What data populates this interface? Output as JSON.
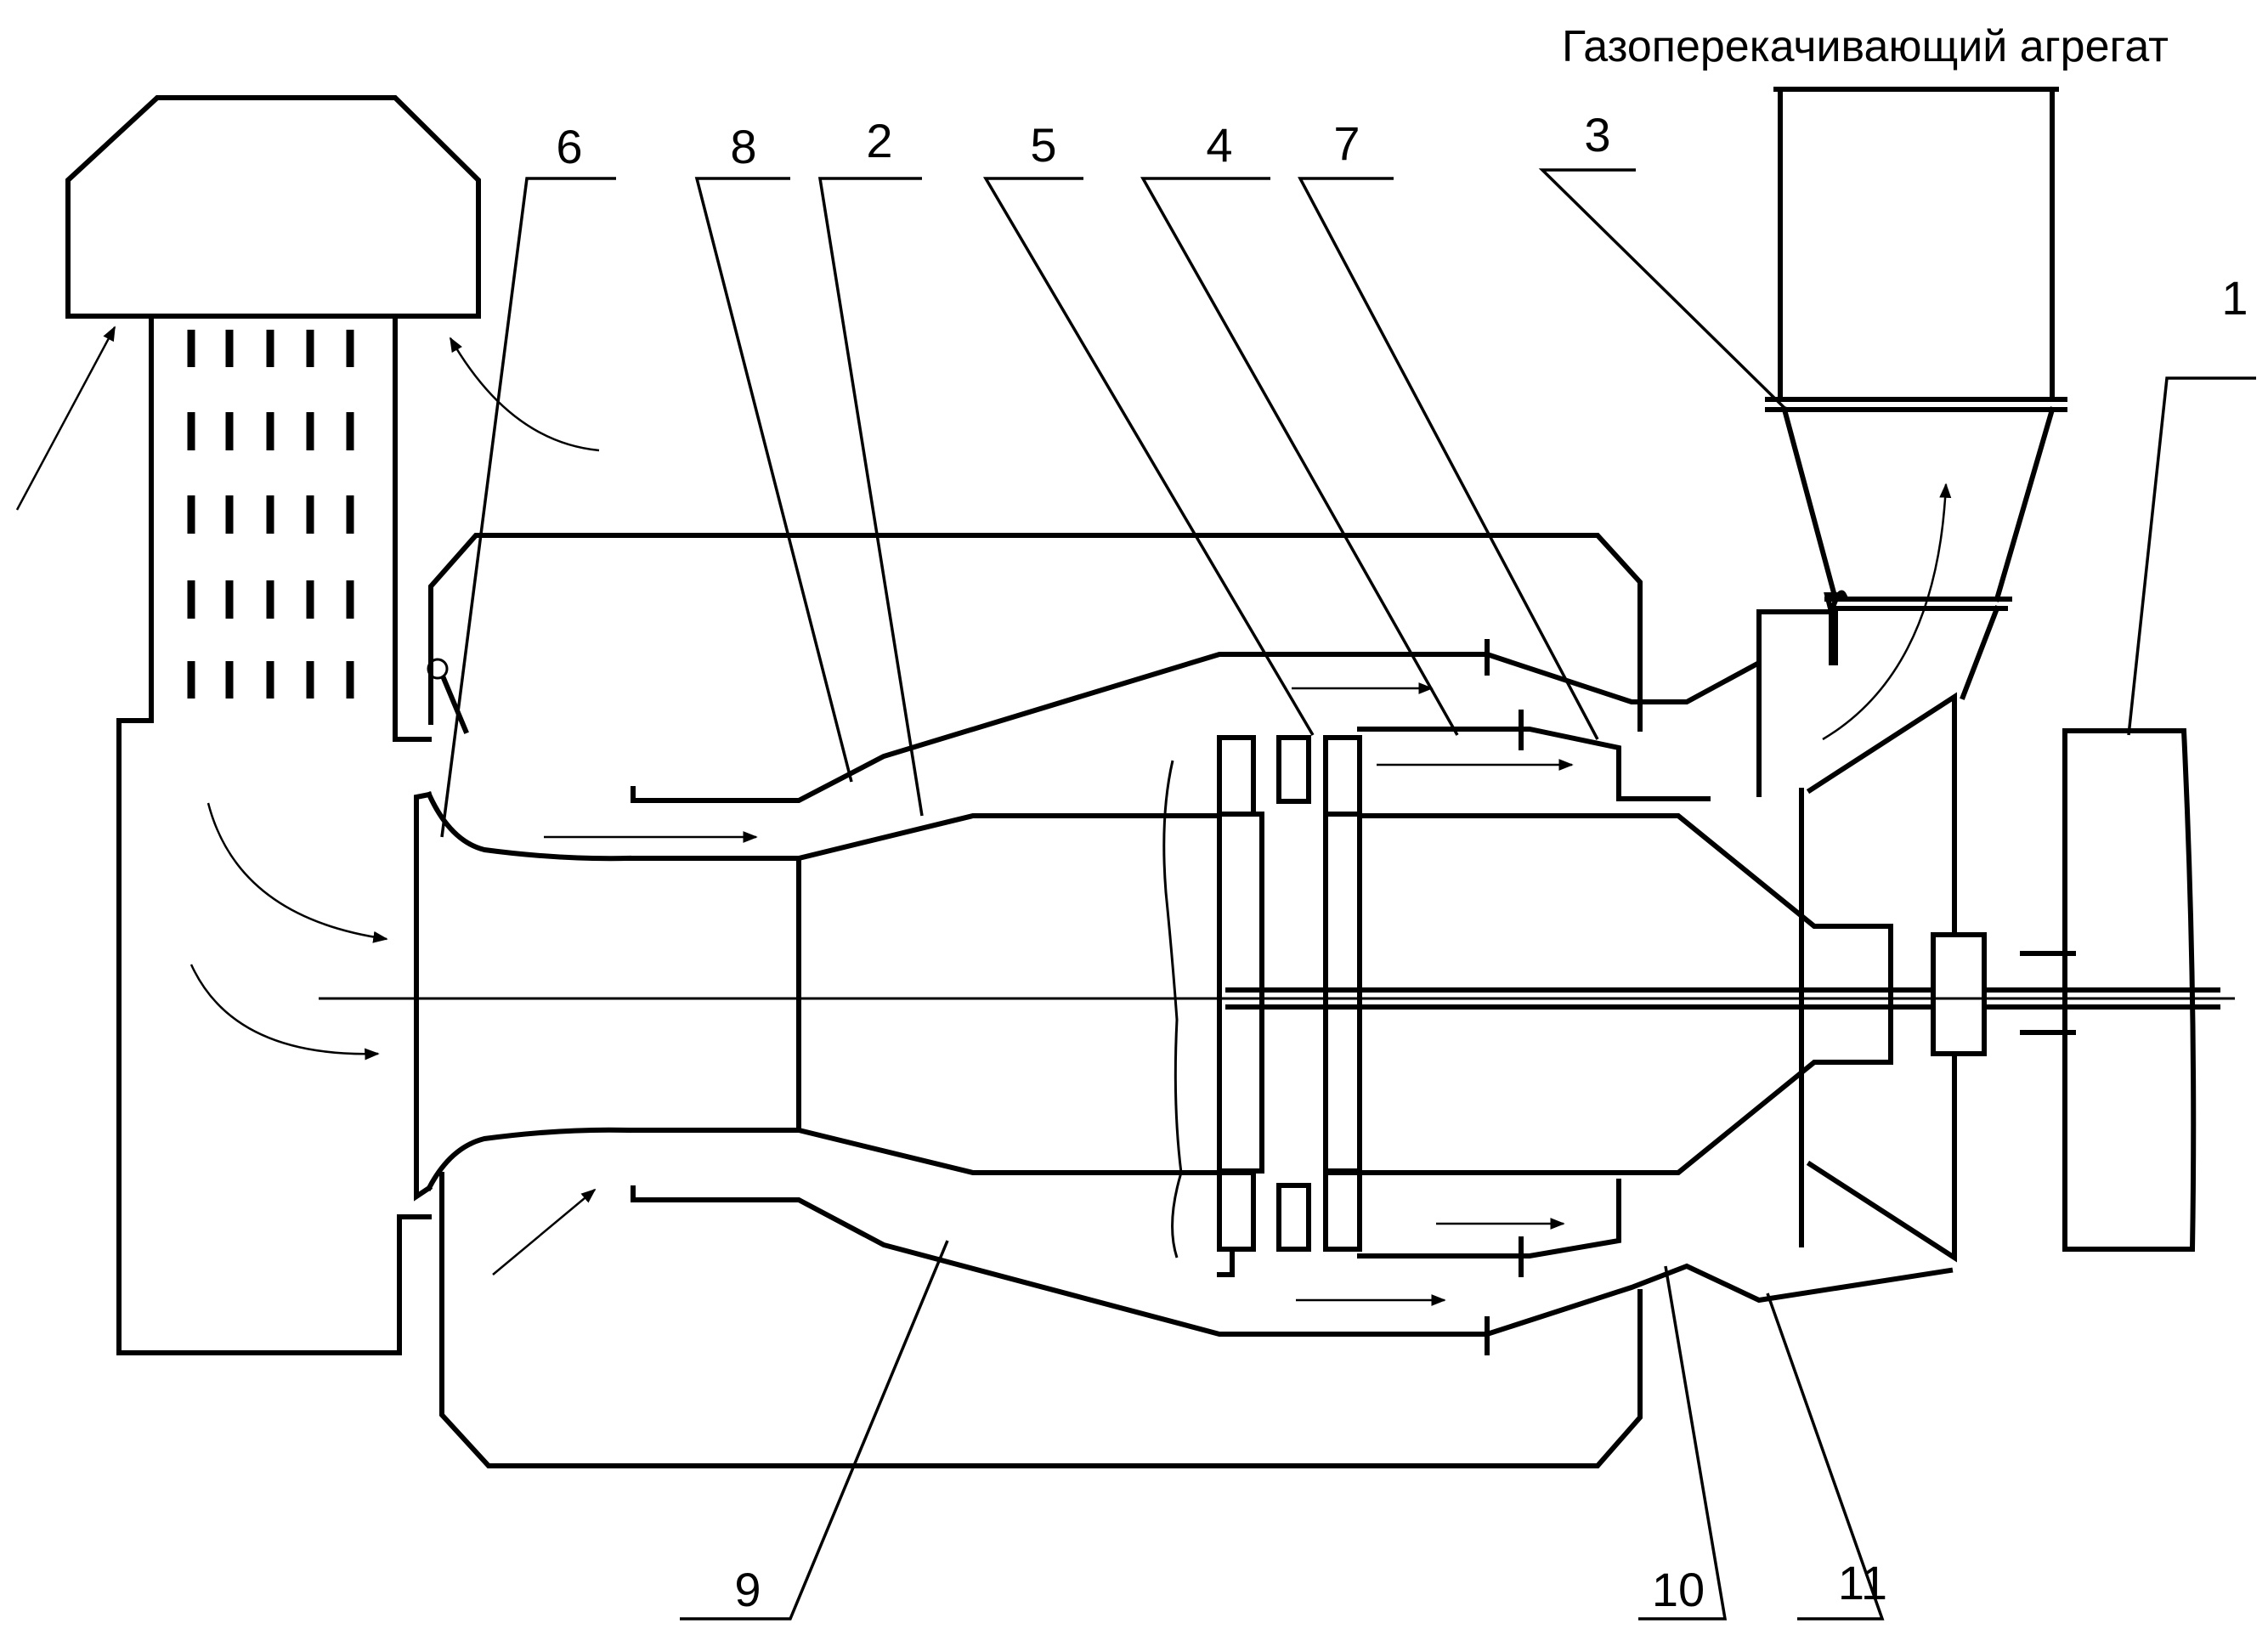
{
  "title": "Газоперекачивающий агрегат",
  "labels": {
    "l1": "1",
    "l2": "2",
    "l3": "3",
    "l4": "4",
    "l5": "5",
    "l6": "6",
    "l7": "7",
    "l8": "8",
    "l9": "9",
    "l10": "10",
    "l11": "11"
  },
  "colors": {
    "line": "#000000",
    "background": "#ffffff"
  }
}
